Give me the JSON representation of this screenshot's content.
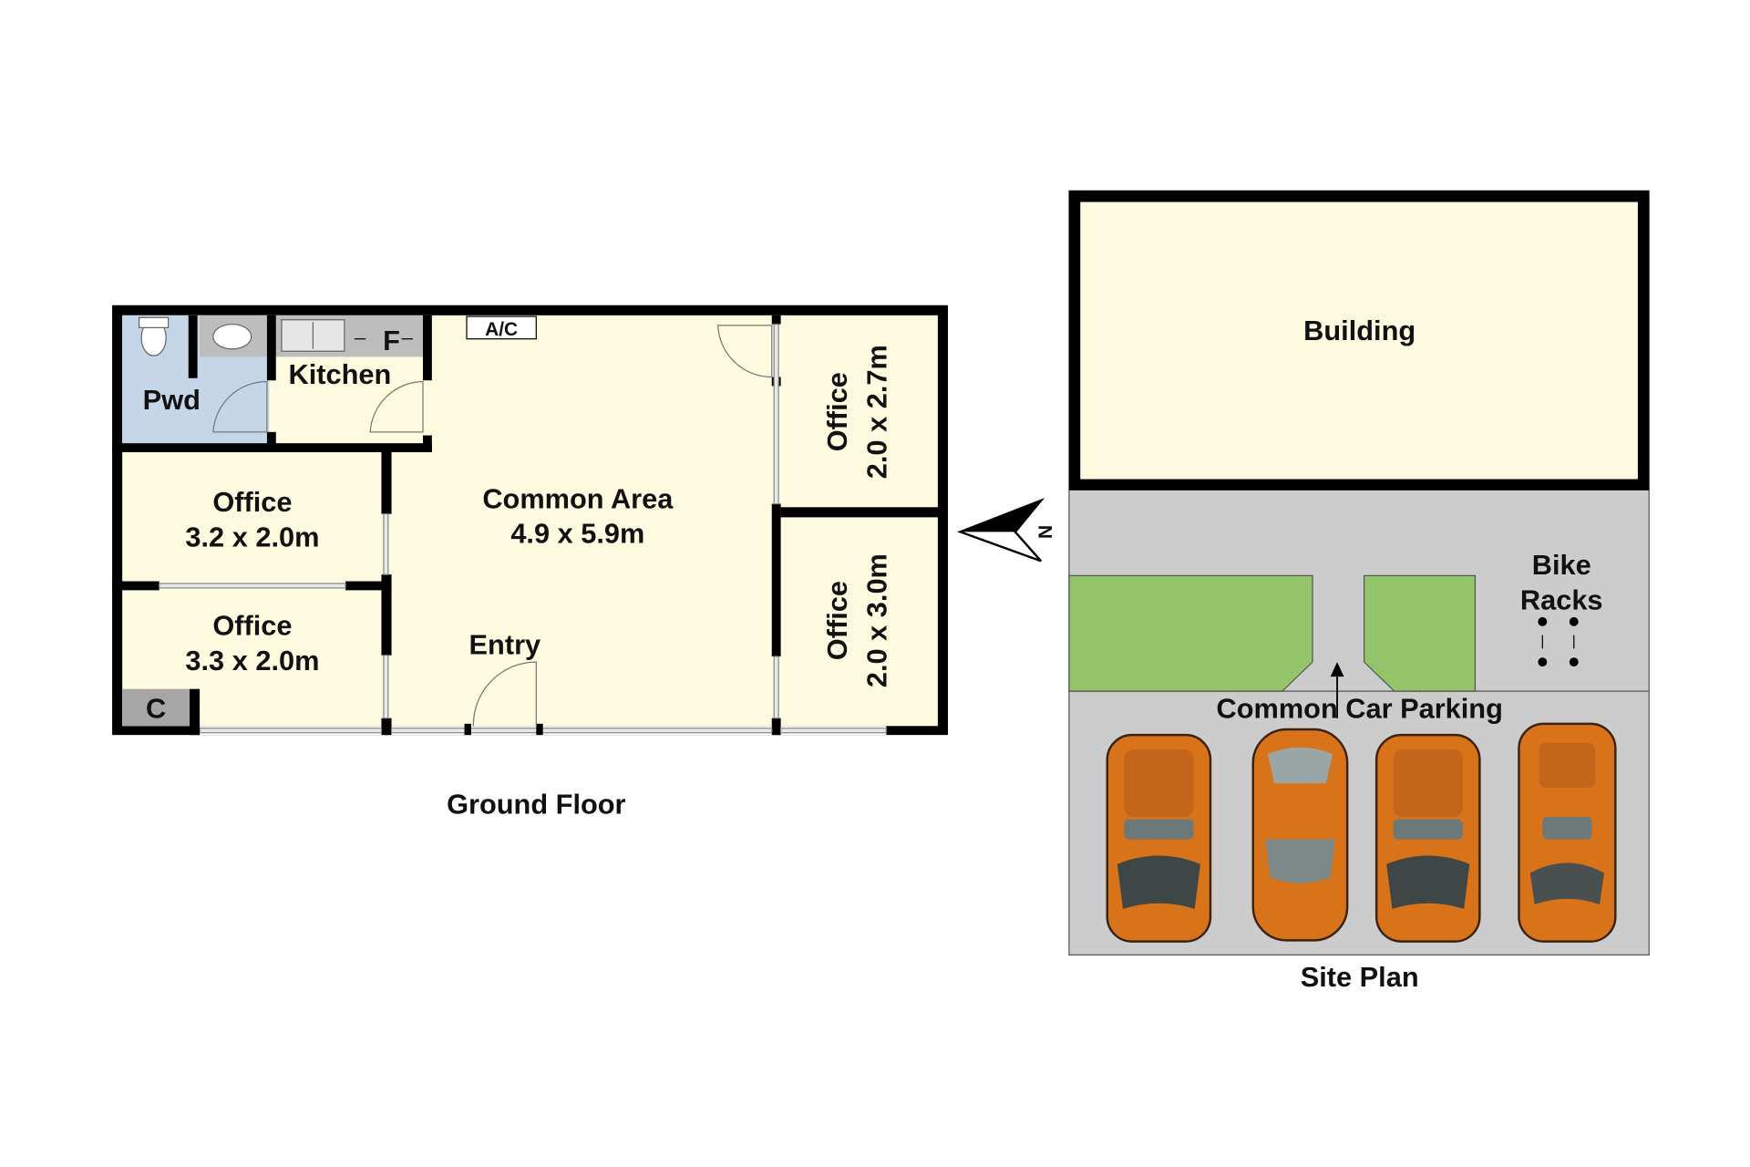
{
  "ground_floor": {
    "title": "Ground Floor",
    "rooms": {
      "pwd": "Pwd",
      "kitchen": "Kitchen",
      "fridge": "F",
      "ac": "A/C",
      "office_a": {
        "name": "Office",
        "size": "3.2 x 2.0m"
      },
      "office_b": {
        "name": "Office",
        "size": "3.3 x 2.0m"
      },
      "cupboard": "C",
      "common": {
        "name": "Common Area",
        "size": "4.9 x 5.9m"
      },
      "entry": "Entry",
      "office_c": {
        "name": "Office",
        "size": "2.0 x 2.7m"
      },
      "office_d": {
        "name": "Office",
        "size": "2.0 x 3.0m"
      }
    }
  },
  "compass": {
    "label": "N"
  },
  "site_plan": {
    "title": "Site Plan",
    "building": "Building",
    "bike_racks_line1": "Bike",
    "bike_racks_line2": "Racks",
    "parking": "Common Car Parking"
  },
  "colors": {
    "room_fill": "#fffbe0",
    "wet_fill": "#c5d6e8",
    "grass": "#93c46a",
    "paving": "#cccccc",
    "car": "#d9731a"
  }
}
